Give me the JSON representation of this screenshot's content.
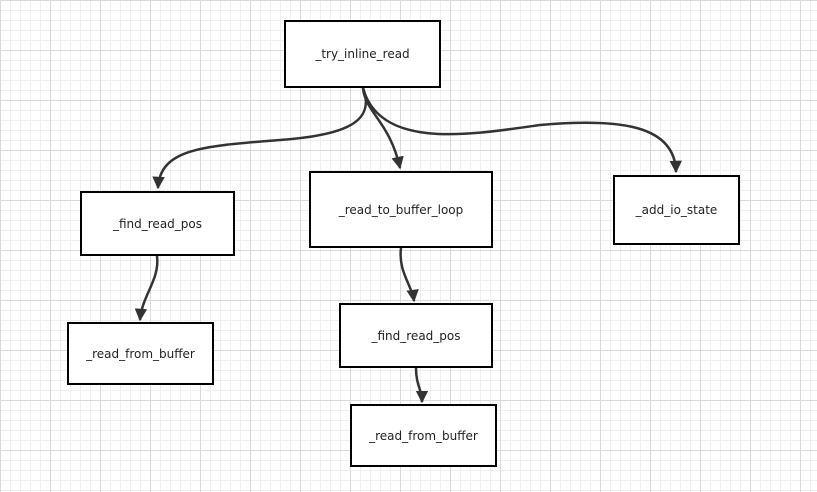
{
  "diagram": {
    "nodes": [
      {
        "id": "try_inline_read",
        "label": "_try_inline_read"
      },
      {
        "id": "find_read_pos_1",
        "label": "_find_read_pos"
      },
      {
        "id": "read_to_buffer_loop",
        "label": "_read_to_buffer_loop"
      },
      {
        "id": "add_io_state",
        "label": "_add_io_state"
      },
      {
        "id": "read_from_buffer_1",
        "label": "_read_from_buffer"
      },
      {
        "id": "find_read_pos_2",
        "label": "_find_read_pos"
      },
      {
        "id": "read_from_buffer_2",
        "label": "_read_from_buffer"
      }
    ],
    "edges": [
      {
        "from": "try_inline_read",
        "to": "find_read_pos_1"
      },
      {
        "from": "try_inline_read",
        "to": "read_to_buffer_loop"
      },
      {
        "from": "try_inline_read",
        "to": "add_io_state"
      },
      {
        "from": "find_read_pos_1",
        "to": "read_from_buffer_1"
      },
      {
        "from": "read_to_buffer_loop",
        "to": "find_read_pos_2"
      },
      {
        "from": "find_read_pos_2",
        "to": "read_from_buffer_2"
      }
    ]
  }
}
